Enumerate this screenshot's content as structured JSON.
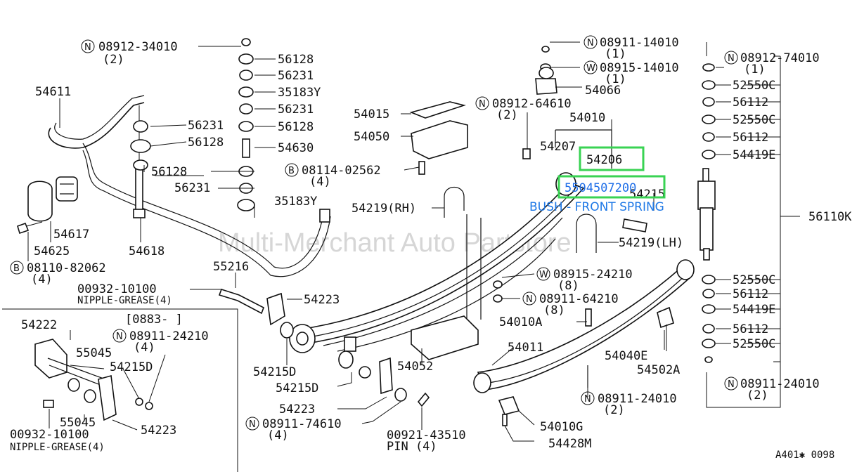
{
  "watermark": "Multi-Merchant Auto Partstore",
  "diagram_code": "A401✱ 0098",
  "highlight": {
    "part": "54206",
    "number": "5504507200",
    "description": "BUSH - FRONT SPRING"
  },
  "parts": {
    "p08912_34010": "08912-34010",
    "q2a": "(2)",
    "p56128a": "56128",
    "p56231a": "56231",
    "p35183Ya": "35183Y",
    "p56231b": "56231",
    "p56128b": "56128",
    "p54611": "54611",
    "p56231c": "56231",
    "p56128c": "56128",
    "p54630": "54630",
    "p56128d": "56128",
    "p56231d": "56231",
    "p35183Yb": "35183Y",
    "p54617": "54617",
    "p54625": "54625",
    "p54618": "54618",
    "p08110_82062": "08110-82062",
    "q4a": "(4)",
    "p54015": "54015",
    "p54050": "54050",
    "p08114_02562": "08114-02562",
    "q4b": "(4)",
    "p54219RH": "54219(RH)",
    "p55216": "55216",
    "p00932_10100a": "00932-10100",
    "nipple_a": "NIPPLE-GREASE(4)",
    "p54223a": "54223",
    "p54215Da": "54215D",
    "p54215Db": "54215D",
    "p54223b": "54223",
    "p08911_74610": "08911-74610",
    "q4c": "(4)",
    "p00921_43510": "00921-43510",
    "pin4": "PIN (4)",
    "p54052": "54052",
    "p08911_14010": "08911-14010",
    "q1a": "(1)",
    "p08915_14010": "08915-14010",
    "q1b": "(1)",
    "p54066": "54066",
    "p08912_64610": "08912-64610",
    "q2b": "(2)",
    "p54010": "54010",
    "p54207": "54207",
    "p54206": "54206",
    "p54215": "54215",
    "p54219LH": "54219(LH)",
    "p08915_24210": "08915-24210",
    "q8a": "(8)",
    "p08911_64210": "08911-64210",
    "q8b": "(8)",
    "p54010A": "54010A",
    "p54011": "54011",
    "p54040E": "54040E",
    "p54502A": "54502A",
    "p08911_24010a": "08911-24010",
    "q2c": "(2)",
    "p54010G": "54010G",
    "p54428M": "54428M",
    "p08912_74010": "08912-74010",
    "q1c": "(1)",
    "p52550Ca": "52550C",
    "p56112a": "56112",
    "p52550Cb": "52550C",
    "p56112b": "56112",
    "p54419Ea": "54419E",
    "p56110K": "56110K",
    "p52550Cc": "52550C",
    "p56112c": "56112",
    "p54419Eb": "54419E",
    "p56112d": "56112",
    "p52550Cd": "52550C",
    "p08911_24010b": "08911-24010",
    "q2d": "(2)",
    "inset_code": "[0883-    ]",
    "p54222": "54222",
    "p08911_24210": "08911-24210",
    "q4d": "(4)",
    "p55045a": "55045",
    "p54215Dc": "54215D",
    "p55045b": "55045",
    "p54223c": "54223",
    "p00932_10100b": "00932-10100",
    "nipple_b": "NIPPLE-GREASE(4)"
  },
  "symbols": {
    "N": "N",
    "W": "W",
    "B": "B"
  }
}
